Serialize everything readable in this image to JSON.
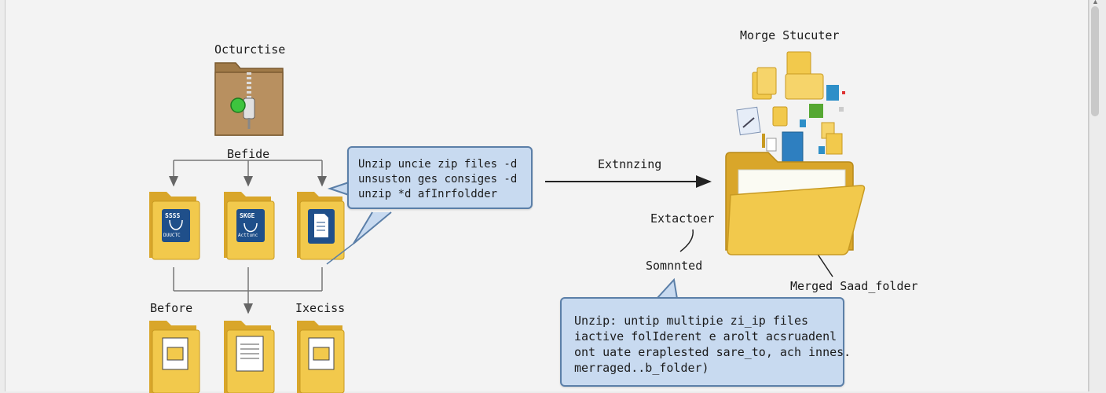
{
  "labels": {
    "archive": "Octurctise",
    "before_top": "Befide",
    "before_bottom": "Before",
    "bottom_right": "Ixeciss",
    "arrow": "Extnnzing",
    "merge_title": "Morge Stucuter",
    "extractor": "Extactoer",
    "sorted": "Somnnted",
    "merged_folder": "Merged Saad_folder"
  },
  "callout_top": {
    "lines": [
      "Unzip uncie zip files -d",
      "unsuston ges consiges -d",
      "unzip *d afInrfoldder"
    ]
  },
  "callout_bottom": {
    "lines": [
      "Unzip: untip multipie zi_ip files",
      "iactive folIderent e arolt acsruadenl",
      "ont uate eraplested sare_to, ach innes.",
      "merraged..b_folder)"
    ]
  },
  "file_icons": {
    "top_1": "SSSS",
    "top_2": "SKGE",
    "top_2_sub": "Acttunc",
    "top_1_sub": "DUUCTC"
  },
  "colors": {
    "folder": "#f2c94c",
    "folder_dark": "#d9a62a",
    "callout_bg": "#c8daf0",
    "callout_border": "#5b7fa8",
    "doc_blue": "#1f4f8a"
  }
}
